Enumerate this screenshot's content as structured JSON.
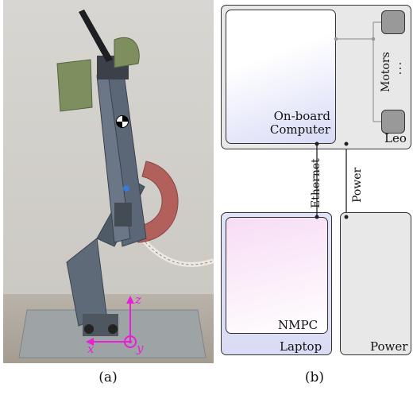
{
  "panel_a": {
    "caption": "(a)",
    "frame_axes": {
      "x": "x",
      "y": "y",
      "z": "z"
    },
    "colors": {
      "frame": "#e81fd6",
      "robot": "#556272",
      "bumper": "#b2605c",
      "feet_pads": "#7d8f5e"
    }
  },
  "panel_b": {
    "caption": "(b)",
    "leo": {
      "label": "Leo",
      "computer_label_1": "On-board",
      "computer_label_2": "Computer",
      "motors_label": "Motors",
      "ellipsis": "…"
    },
    "laptop": {
      "label": "Laptop",
      "nmpc_label": "NMPC"
    },
    "power": {
      "label": "Power"
    },
    "links": {
      "ethernet": "Ethernet",
      "power": "Power"
    },
    "colors": {
      "box_gray": "#e8e8e8",
      "motor_gray": "#999999",
      "computer_tint": "#d7daf6",
      "nmpc_tint": "#f7dcf4"
    }
  }
}
